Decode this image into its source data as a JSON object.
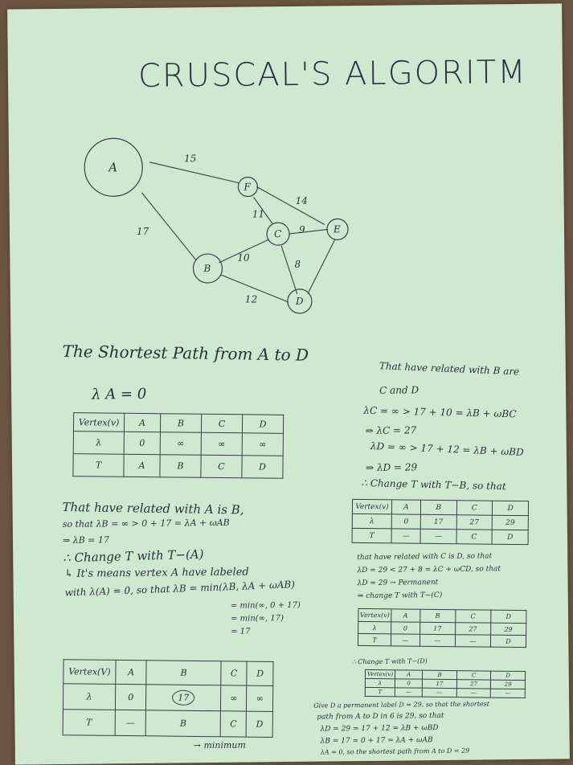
{
  "title": "CRUSCAL'S ALGORITM",
  "graph": {
    "nodes": [
      "A",
      "F",
      "C",
      "E",
      "B",
      "D"
    ],
    "edge_weights": [
      "15",
      "17",
      "11",
      "14",
      "9",
      "10",
      "8",
      "12"
    ]
  },
  "left": {
    "heading": "The Shortest Path from A to D",
    "lambda_a": "λ A = 0",
    "table1": {
      "header": [
        "Vertex(v)",
        "A",
        "B",
        "C",
        "D"
      ],
      "row1": [
        "λ",
        "0",
        "∞",
        "∞",
        "∞"
      ],
      "row2": [
        "T",
        "A",
        "B",
        "C",
        "D"
      ]
    },
    "lines": [
      "That have related with A is B,",
      "so that λB = ∞ > 0 + 17 = λA + ωAB",
      "⇒ λB = 17",
      "∴ Change T with T−(A)",
      "↳ It's means vertex A have labeled",
      "with λ(A) = 0, so that λB = min(λB, λA + ωAB)",
      "= min(∞, 0 + 17)",
      "= min(∞, 17)",
      "= 17"
    ],
    "table2": {
      "header": [
        "Vertex(V)",
        "A",
        "B",
        "C",
        "D"
      ],
      "row1": [
        "λ",
        "0",
        "17",
        "∞",
        "∞"
      ],
      "row2": [
        "T",
        "—",
        "B",
        "C",
        "D"
      ]
    },
    "minimum_note": "→ minimum"
  },
  "right": {
    "lines1": [
      "That have related with B are",
      "C and D",
      "λC = ∞ > 17 + 10 = λB + ωBC",
      "⇒ λC = 27",
      "λD = ∞ > 17 + 12 = λB + ωBD",
      "⇒ λD = 29",
      "∴ Change T with T−B, so that"
    ],
    "table3": {
      "header": [
        "Vertex(v)",
        "A",
        "B",
        "C",
        "D"
      ],
      "row1": [
        "λ",
        "0",
        "17",
        "27",
        "29"
      ],
      "row2": [
        "T",
        "—",
        "—",
        "C",
        "D"
      ]
    },
    "lines2": [
      "that have related with C is D, so that",
      "λD = 29 < 27 + 8 = λC + ωCD, so that",
      "λD = 29 → Permanent",
      "⇒ change T with T−(C)"
    ],
    "table4": {
      "header": [
        "Vertex(v)",
        "A",
        "B",
        "C",
        "D"
      ],
      "row1": [
        "λ",
        "0",
        "17",
        "27",
        "29"
      ],
      "row2": [
        "T",
        "—",
        "—",
        "—",
        "D"
      ]
    },
    "change_d": "∴ Change T with T−(D)",
    "table5": {
      "header": [
        "Vertex(v)",
        "A",
        "B",
        "C",
        "D"
      ],
      "row1": [
        "λ",
        "0",
        "17",
        "27",
        "29"
      ],
      "row2": [
        "T",
        "—",
        "—",
        "—",
        "—"
      ]
    },
    "lines3": [
      "Give D a permanent label D = 29, so that the shortest",
      "path from A to D in 6 is 29, so that",
      "λD = 29 = 17 + 12 = λB + ωBD",
      "λB = 17 = 0 + 17 = λA + ωAB",
      "λA = 0, so the shortest path from A to D = 29"
    ]
  }
}
